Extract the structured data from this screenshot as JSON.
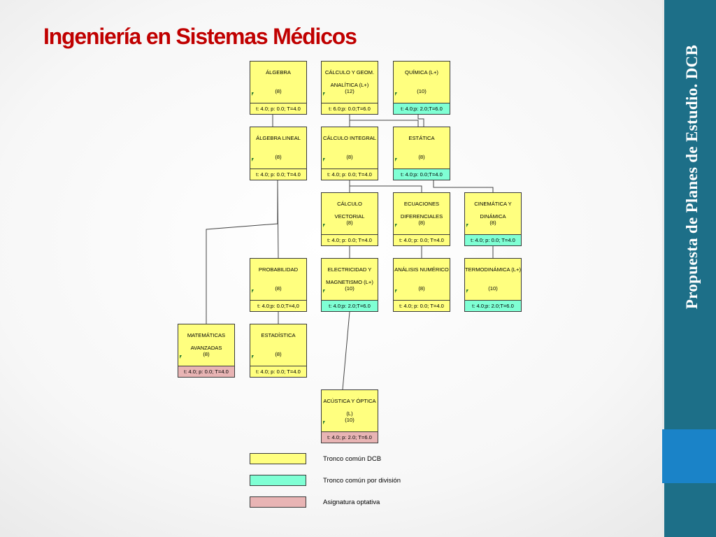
{
  "slide": {
    "title": "Ingeniería en Sistemas Médicos",
    "side_title": "Propuesta de Planes de Estudio. DCB"
  },
  "colors": {
    "tronco_dcb": "#ffff7f",
    "tronco_division": "#7fffd4",
    "optativa": "#e8b4b4",
    "title_red": "#c00000",
    "side_band": "#1d6f88",
    "side_accent": "#1a83c8"
  },
  "courses": {
    "algebra": {
      "name": "ÁLGEBRA",
      "credits": "(8)",
      "hours": "t: 4.0; p: 0.0; T=4.0"
    },
    "calculo_geom": {
      "name": "CÁLCULO Y GEOM. ANALÍTICA (L+)",
      "credits": "(12)",
      "hours": "t: 6.0;p: 0.0;T=6.0"
    },
    "quimica": {
      "name": "QUÍMICA (L+)",
      "credits": "(10)",
      "hours": "t: 4.0;p: 2.0;T=6.0"
    },
    "algebra_lineal": {
      "name": "ÁLGEBRA LINEAL",
      "credits": "(8)",
      "hours": "t: 4.0; p: 0.0; T=4.0"
    },
    "calculo_integral": {
      "name": "CÁLCULO INTEGRAL",
      "credits": "(8)",
      "hours": "t: 4.0; p: 0.0; T=4.0"
    },
    "estatica": {
      "name": "ESTÁTICA",
      "credits": "(8)",
      "hours": "t: 4.0;p: 0.0;T=4.0"
    },
    "calculo_vectorial": {
      "name": "CÁLCULO VECTORIAL",
      "credits": "(8)",
      "hours": "t: 4.0; p: 0.0; T=4.0"
    },
    "ecuaciones": {
      "name": "ECUACIONES DIFERENCIALES",
      "credits": "(8)",
      "hours": "t: 4.0; p: 0.0; T=4.0"
    },
    "cinematica": {
      "name": "CINEMÁTICA Y DINÁMICA",
      "credits": "(8)",
      "hours": "t: 4.0; p: 0.0; T=4.0"
    },
    "probabilidad": {
      "name": "PROBABILIDAD",
      "credits": "(8)",
      "hours": "t: 4.0;p: 0.0;T=4,0"
    },
    "electricidad": {
      "name": "ELECTRICIDAD Y MAGNETISMO (L+)",
      "credits": "(10)",
      "hours": "t: 4.0;p: 2.0;T=6.0"
    },
    "analisis": {
      "name": "ANÁLISIS NUMÉRICO",
      "credits": "(8)",
      "hours": "t: 4.0; p: 0.0; T=4.0"
    },
    "termodinamica": {
      "name": "TERMODINÁMICA (L+)",
      "credits": "(10)",
      "hours": "t: 4.0;p: 2.0;T=6.0"
    },
    "matematicas_avanzadas": {
      "name": "MATEMÁTICAS AVANZADAS",
      "credits": "(8)",
      "hours": "t: 4.0; p: 0.0; T=4.0"
    },
    "estadistica": {
      "name": "ESTADÍSTICA",
      "credits": "(8)",
      "hours": "t: 4.0; p: 0.0; T=4.0"
    },
    "acustica": {
      "name": "ACÚSTICA Y ÓPTICA (L)",
      "credits": "(10)",
      "hours": "t: 4.0; p: 2.0; T=6.0"
    }
  },
  "legend": [
    {
      "label": "Tronco común DCB",
      "color": "#ffff7f"
    },
    {
      "label": "Tronco común por división",
      "color": "#7fffd4"
    },
    {
      "label": "Asignatura optativa",
      "color": "#e8b4b4"
    }
  ]
}
